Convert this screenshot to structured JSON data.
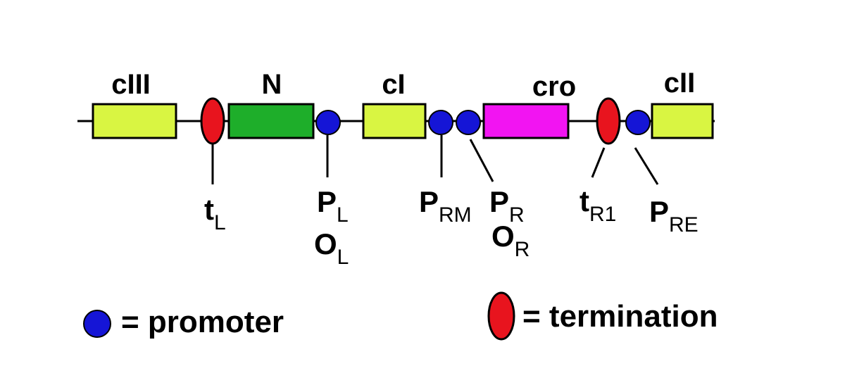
{
  "colors": {
    "gene_yellow": "#d9f542",
    "gene_green": "#1eae2a",
    "gene_magenta": "#f214f2",
    "promoter_blue": "#1515d6",
    "terminator_red": "#e8141e",
    "line": "#000000"
  },
  "genes": [
    {
      "id": "cIII",
      "label": "cIII",
      "color": "#d9f542"
    },
    {
      "id": "N",
      "label": "N",
      "color": "#1eae2a"
    },
    {
      "id": "cI",
      "label": "cI",
      "color": "#d9f542"
    },
    {
      "id": "cro",
      "label": "cro",
      "color": "#f214f2"
    },
    {
      "id": "cII",
      "label": "cII",
      "color": "#d9f542"
    }
  ],
  "sites": {
    "tL": {
      "main": "t",
      "sub": "L"
    },
    "PL": {
      "main": "P",
      "sub": "L"
    },
    "OL": {
      "main": "O",
      "sub": "L"
    },
    "PRM": {
      "main": "P",
      "sub": "RM"
    },
    "PR": {
      "main": "P",
      "sub": "R"
    },
    "OR": {
      "main": "O",
      "sub": "R"
    },
    "tR1": {
      "main": "t",
      "sub": "R1"
    },
    "PRE": {
      "main": "P",
      "sub": "RE"
    }
  },
  "legend": {
    "promoter": "= promoter",
    "termination": "= termination"
  }
}
